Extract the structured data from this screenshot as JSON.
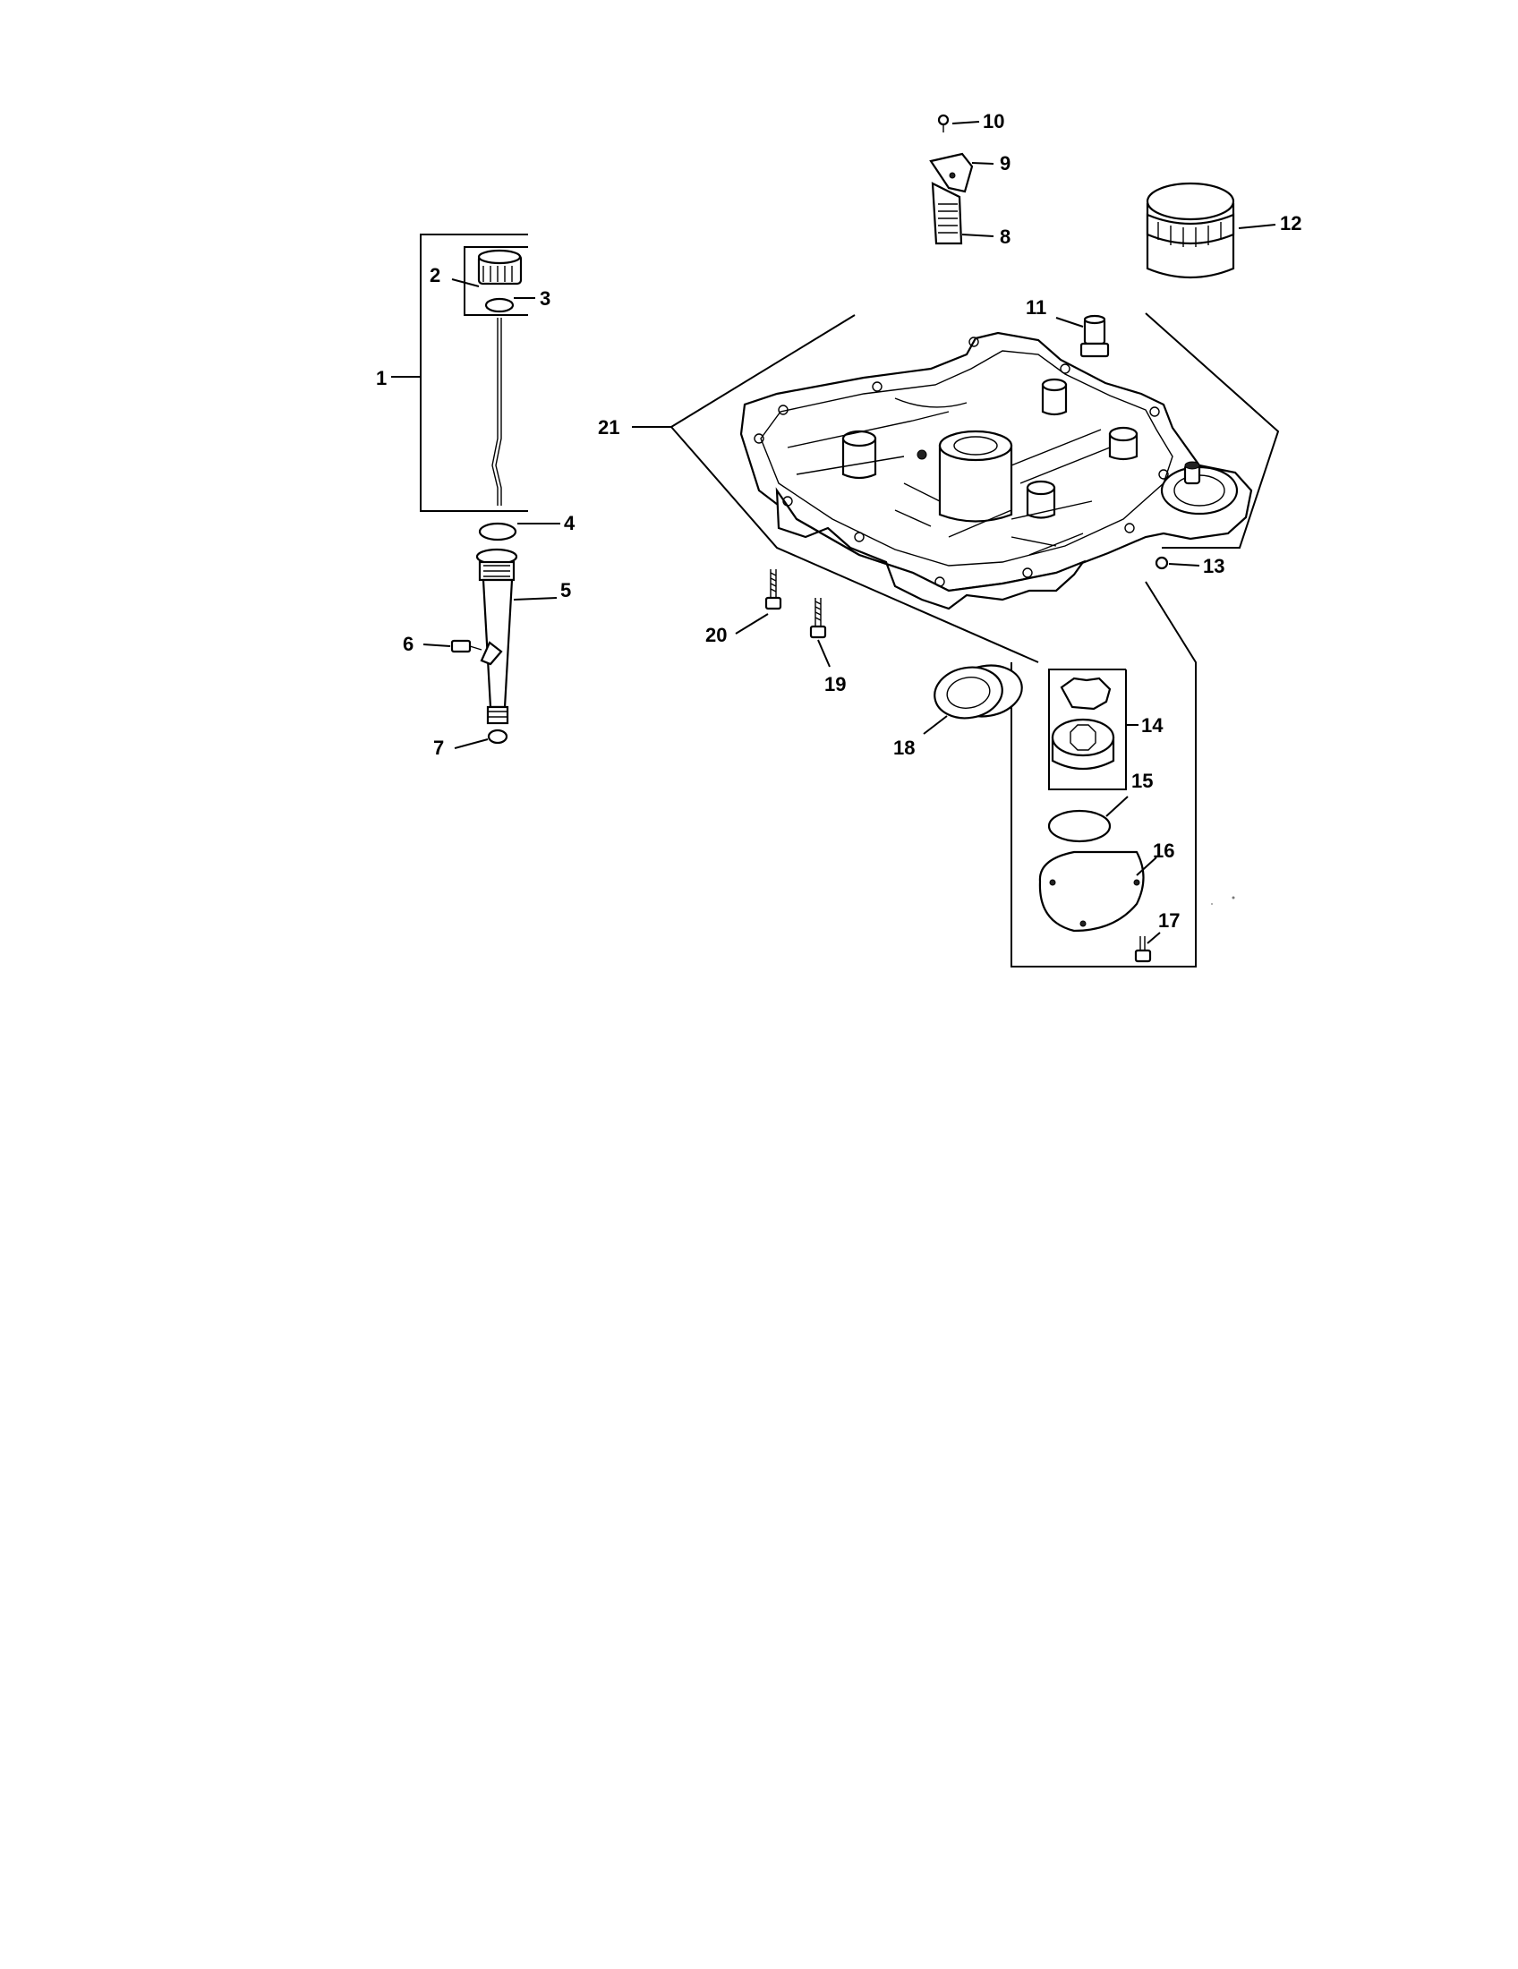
{
  "diagram": {
    "callouts": [
      {
        "id": "1",
        "label": "1"
      },
      {
        "id": "2",
        "label": "2"
      },
      {
        "id": "3",
        "label": "3"
      },
      {
        "id": "4",
        "label": "4"
      },
      {
        "id": "5",
        "label": "5"
      },
      {
        "id": "6",
        "label": "6"
      },
      {
        "id": "7",
        "label": "7"
      },
      {
        "id": "8",
        "label": "8"
      },
      {
        "id": "9",
        "label": "9"
      },
      {
        "id": "10",
        "label": "10"
      },
      {
        "id": "11",
        "label": "11"
      },
      {
        "id": "12",
        "label": "12"
      },
      {
        "id": "13",
        "label": "13"
      },
      {
        "id": "14",
        "label": "14"
      },
      {
        "id": "15",
        "label": "15"
      },
      {
        "id": "16",
        "label": "16"
      },
      {
        "id": "17",
        "label": "17"
      },
      {
        "id": "18",
        "label": "18"
      },
      {
        "id": "19",
        "label": "19"
      },
      {
        "id": "20",
        "label": "20"
      },
      {
        "id": "21",
        "label": "21"
      }
    ]
  }
}
